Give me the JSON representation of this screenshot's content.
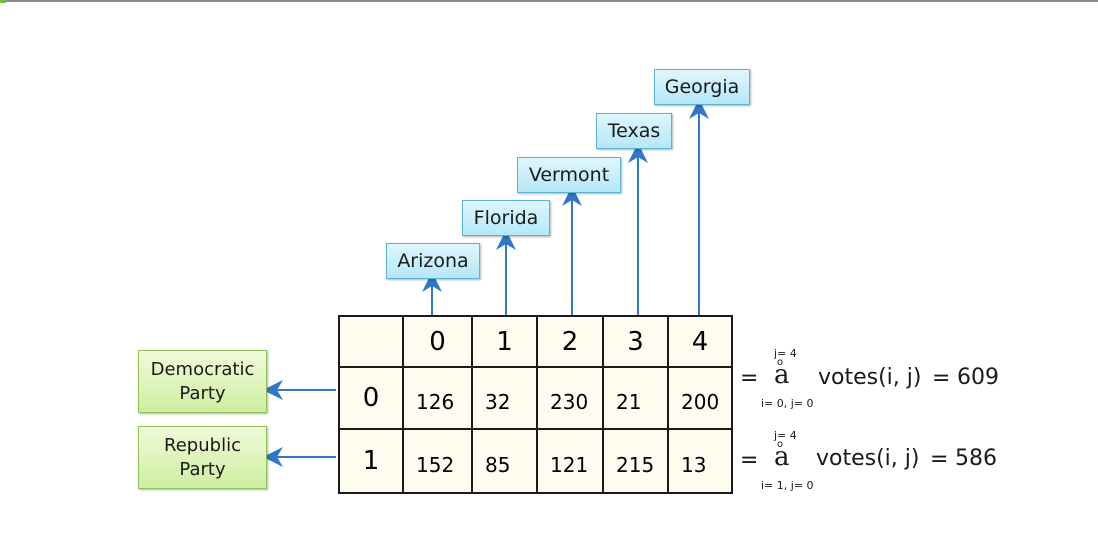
{
  "states": [
    "Arizona",
    "Florida",
    "Vermont",
    "Texas",
    "Georgia"
  ],
  "column_indices": [
    "0",
    "1",
    "2",
    "3",
    "4"
  ],
  "rows": [
    {
      "index": "0",
      "party_line1": "Democratic",
      "party_line2": "Party",
      "values": [
        "126",
        "32",
        "230",
        "21",
        "200"
      ],
      "formula": {
        "equals": "=",
        "upper": "j= 4",
        "ring": "o",
        "symbol": "a",
        "lower": "i= 0, j= 0",
        "expr": "votes(i, j)",
        "equals2": "=",
        "total": "609"
      }
    },
    {
      "index": "1",
      "party_line1": "Republic",
      "party_line2": "Party",
      "values": [
        "152",
        "85",
        "121",
        "215",
        "13"
      ],
      "formula": {
        "equals": "=",
        "upper": "j= 4",
        "ring": "o",
        "symbol": "a",
        "lower": "i= 1, j= 0",
        "expr": "votes(i, j)",
        "equals2": "=",
        "total": "586"
      }
    }
  ],
  "colors": {
    "arrow": "#2e78c7",
    "state_fill": "#c8eefb",
    "party_fill": "#dff4bd",
    "table_fill": "#fdfcee"
  }
}
